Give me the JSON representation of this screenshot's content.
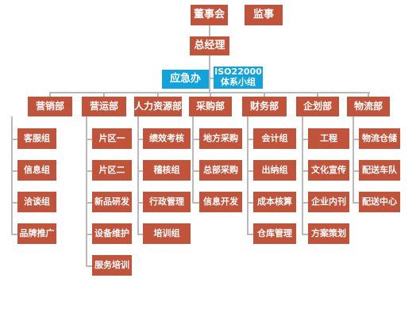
{
  "chart": {
    "board": "董事会",
    "supervisor": "监事",
    "gm": "总经理",
    "emergency": "应急办",
    "iso_line1": "ISO22000",
    "iso_line2": "体系小组",
    "departments": [
      {
        "name": "营销部",
        "units": [
          "客服组",
          "信息组",
          "洽谈组",
          "品牌推广"
        ]
      },
      {
        "name": "营运部",
        "units": [
          "片区一",
          "片区二",
          "新品研发",
          "设备维护",
          "服务培训"
        ]
      },
      {
        "name": "人力资源部",
        "units": [
          "绩效考核",
          "稽核组",
          "行政管理",
          "培训组"
        ]
      },
      {
        "name": "采购部",
        "units": [
          "地方采购",
          "总部采购",
          "信息开发"
        ]
      },
      {
        "name": "财务部",
        "units": [
          "会计组",
          "出纳组",
          "成本核算",
          "仓库管理"
        ]
      },
      {
        "name": "企划部",
        "units": [
          "工程",
          "文化宣传",
          "企业内刊",
          "方案策划"
        ]
      },
      {
        "name": "物流部",
        "units": [
          "物流仓储",
          "配送车队",
          "配送中心"
        ]
      }
    ]
  }
}
